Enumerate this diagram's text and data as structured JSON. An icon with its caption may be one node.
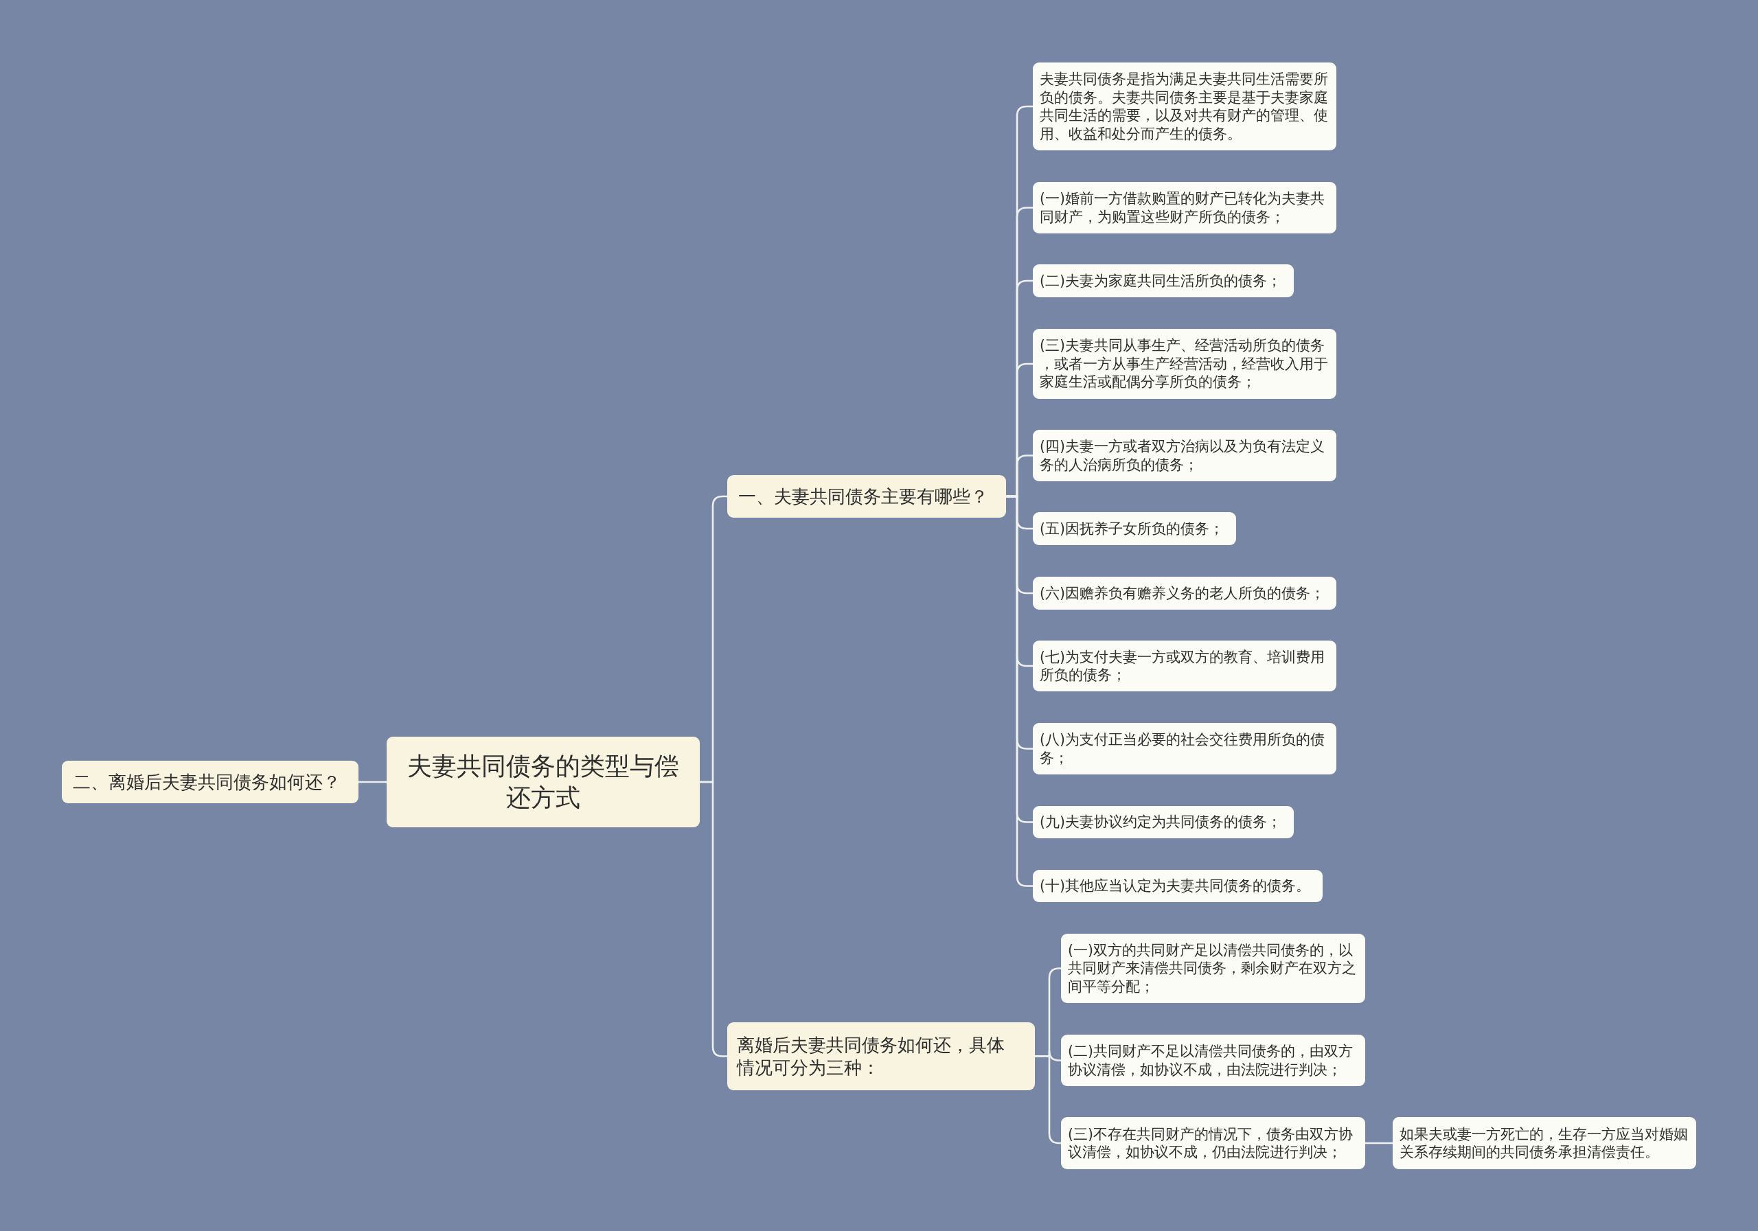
{
  "diagram": {
    "nodes": [
      {
        "text": [
          "夫妻共同债务的类型与偿还方式"
        ]
      },
      {
        "text": [
          "二、离婚后夫妻共同债务如何还？"
        ]
      },
      {
        "text": [
          "一、夫妻共同债务主要有哪些？"
        ]
      },
      {
        "text": [
          "夫妻共同债务是指为满足夫妻共同生活需要所负的债务。夫妻共同债务主要是基于夫妻家庭共同生活的需要，以及对共有财产的管理、使用、收益和处分而产生的债务。"
        ]
      },
      {
        "text": [
          "(一)婚前一方借款购置的财产已转化为夫妻共同财产，为购置这些财产所负的债务；"
        ]
      },
      {
        "text": [
          "(二)夫妻为家庭共同生活所负的债务；"
        ]
      },
      {
        "text": [
          "(三)夫妻共同从事生产、经营活动所负的债务，或者一方从事生产经营活动，经营收入用于家庭生活或配偶分享所负的债务；"
        ]
      },
      {
        "text": [
          "(四)夫妻一方或者双方治病以及为负有法定义务的人治病所负的债务；"
        ]
      },
      {
        "text": [
          "(五)因抚养子女所负的债务；"
        ]
      },
      {
        "text": [
          "(六)因赡养负有赡养义务的老人所负的债务；"
        ]
      },
      {
        "text": [
          "(七)为支付夫妻一方或双方的教育、培训费用所负的债务；"
        ]
      },
      {
        "text": [
          "(八)为支付正当必要的社会交往费用所负的债务；"
        ]
      },
      {
        "text": [
          "(九)夫妻协议约定为共同债务的债务；"
        ]
      },
      {
        "text": [
          "(十)其他应当认定为夫妻共同债务的债务。"
        ]
      },
      {
        "text": [
          "离婚后夫妻共同债务如何还，具体情况可分为三种："
        ]
      },
      {
        "text": [
          "(一)双方的共同财产足以清偿共同债务的，以共同财产来清偿共同债务，剩余财产在双方之间平等分配；"
        ]
      },
      {
        "text": [
          "(二)共同财产不足以清偿共同债务的，由双方协议清偿，如协议不成，由法院进行判决；"
        ]
      },
      {
        "text": [
          "(三)不存在共同财产的情况下，债务由双方协议清偿，如协议不成，仍由法院进行判决；"
        ]
      },
      {
        "text": [
          "如果夫或妻一方死亡的，生存一方应当对婚姻关系存续期间的共同债务承担清偿责任。"
        ]
      }
    ],
    "edges": [
      {
        "from": 0,
        "to": 1,
        "arrow": "none"
      },
      {
        "from": 0,
        "to": 2,
        "arrow": "none"
      },
      {
        "from": 2,
        "to": 3,
        "arrow": "none"
      },
      {
        "from": 2,
        "to": 4,
        "arrow": "none"
      },
      {
        "from": 2,
        "to": 5,
        "arrow": "none"
      },
      {
        "from": 2,
        "to": 6,
        "arrow": "none"
      },
      {
        "from": 2,
        "to": 7,
        "arrow": "none"
      },
      {
        "from": 2,
        "to": 8,
        "arrow": "none"
      },
      {
        "from": 2,
        "to": 9,
        "arrow": "none"
      },
      {
        "from": 2,
        "to": 10,
        "arrow": "none"
      },
      {
        "from": 2,
        "to": 11,
        "arrow": "none"
      },
      {
        "from": 2,
        "to": 12,
        "arrow": "none"
      },
      {
        "from": 2,
        "to": 13,
        "arrow": "none"
      },
      {
        "from": 0,
        "to": 14,
        "arrow": "none"
      },
      {
        "from": 14,
        "to": 15,
        "arrow": "none"
      },
      {
        "from": 14,
        "to": 16,
        "arrow": "none"
      },
      {
        "from": 14,
        "to": 17,
        "arrow": "none"
      },
      {
        "from": 17,
        "to": 18,
        "arrow": "none"
      }
    ]
  }
}
